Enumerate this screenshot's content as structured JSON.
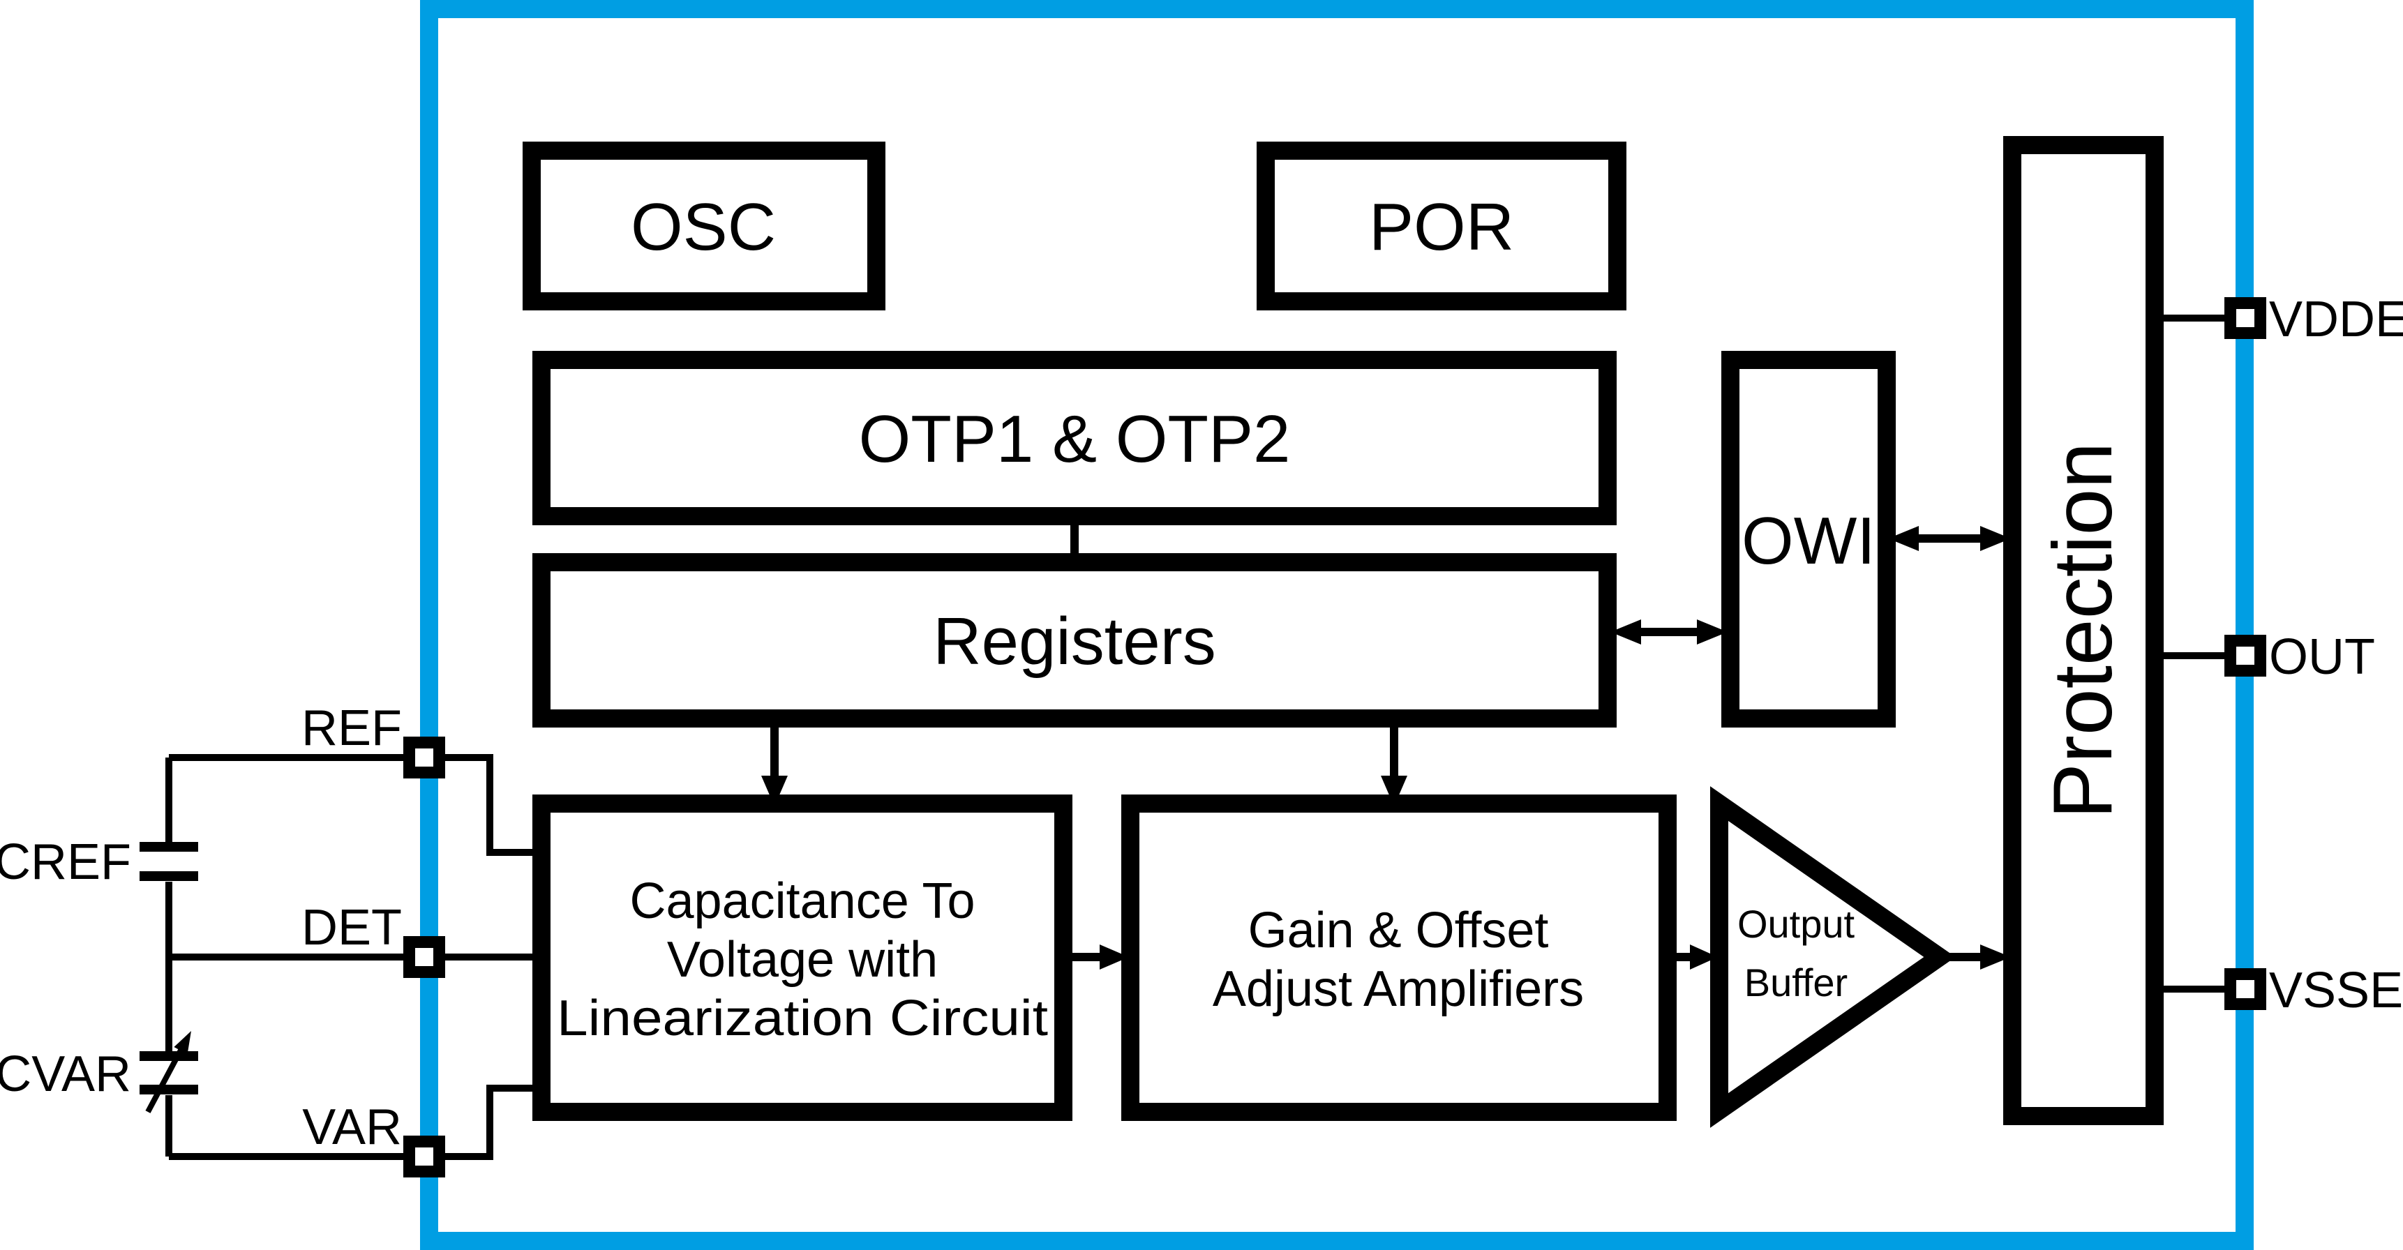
{
  "colors": {
    "chip_border": "#009EE3",
    "ink": "#000000",
    "background": "#FFFFFF"
  },
  "blocks": {
    "osc": {
      "label": "OSC"
    },
    "por": {
      "label": "POR"
    },
    "otp": {
      "label": "OTP1 & OTP2"
    },
    "registers": {
      "label": "Registers"
    },
    "owi": {
      "label": "OWI"
    },
    "protection": {
      "label": "Protection"
    },
    "cap_to_voltage": {
      "line1": "Capacitance To",
      "line2": "Voltage with",
      "line3": "Linearization Circuit"
    },
    "gain_offset": {
      "line1": "Gain & Offset",
      "line2": "Adjust Amplifiers"
    },
    "output_buffer": {
      "line1": "Output",
      "line2": "Buffer"
    }
  },
  "pins": {
    "ref": {
      "label": "REF"
    },
    "det": {
      "label": "DET"
    },
    "var": {
      "label": "VAR"
    },
    "vdde": {
      "label": "VDDE"
    },
    "out": {
      "label": "OUT"
    },
    "vsse": {
      "label": "VSSE"
    }
  },
  "external_components": {
    "cref": {
      "label": "CREF"
    },
    "cvar": {
      "label": "CVAR"
    }
  }
}
